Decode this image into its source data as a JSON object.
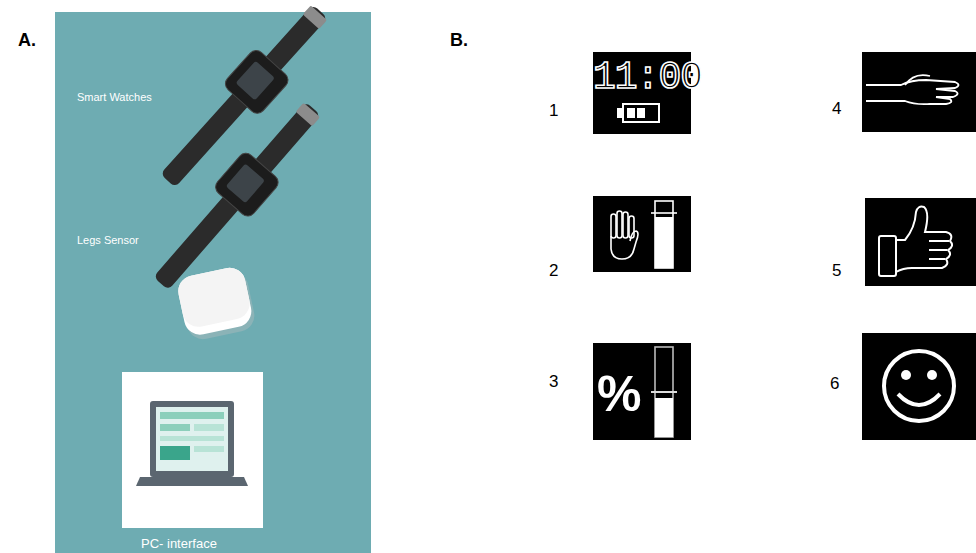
{
  "diagram": {
    "nodes": [
      {
        "text": [
          "Smart Watches",
          "Legs Sensor",
          "PC- interface"
        ]
      },
      {
        "text": [
          "11:00"
        ]
      },
      {
        "text": [
          "%"
        ]
      }
    ],
    "labels": [
      "A.",
      "B.",
      "1",
      "2",
      "3",
      "4",
      "5",
      "6"
    ]
  }
}
